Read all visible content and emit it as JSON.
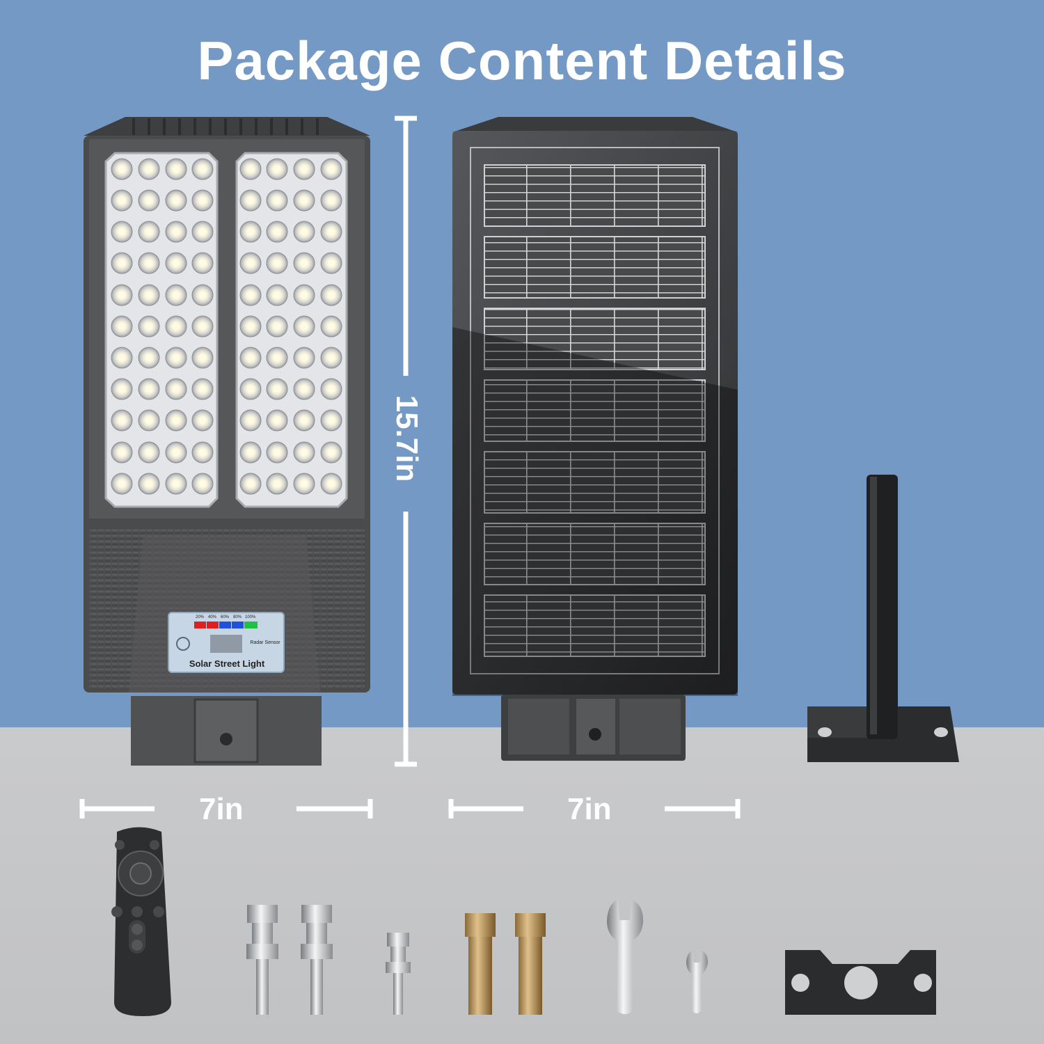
{
  "title": "Package Content Details",
  "dimensions": {
    "height_label": "15.7in",
    "width_front_label": "7in",
    "width_back_label": "7in"
  },
  "control_panel": {
    "label": "Solar Street Light",
    "radar_label": "Radar Sensor",
    "battery_levels": [
      "20%",
      "40%",
      "60%",
      "80%",
      "100%"
    ],
    "battery_colors": [
      "#e02020",
      "#e02020",
      "#2050e0",
      "#2050e0",
      "#20c040"
    ]
  },
  "colors": {
    "background_top": "#7399c4",
    "background_bottom": "#c6c7c9",
    "lamp_body": "#4a4b4d",
    "panel_glass": "#3b3c3e"
  },
  "items": [
    {
      "name": "solar-street-light-front",
      "icon": "lamp-front"
    },
    {
      "name": "solar-panel-back",
      "icon": "solar-panel"
    },
    {
      "name": "mounting-pole",
      "icon": "pole-bracket"
    },
    {
      "name": "remote-control",
      "icon": "remote"
    },
    {
      "name": "bolts",
      "icon": "bolt",
      "count": 3
    },
    {
      "name": "expansion-anchors",
      "icon": "anchor",
      "count": 2
    },
    {
      "name": "wrenches",
      "icon": "wrench",
      "count": 2
    },
    {
      "name": "mounting-plate",
      "icon": "plate"
    }
  ]
}
